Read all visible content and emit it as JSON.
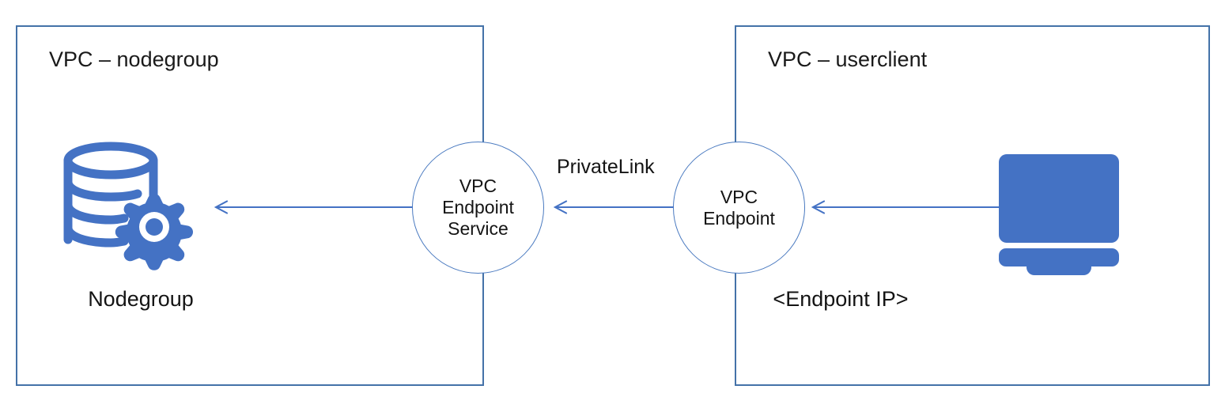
{
  "diagram": {
    "title_not_shown": false,
    "background_color": "#ffffff",
    "accent_blue": "#4472C4",
    "outline_blue": "#4472a8",
    "circle_stroke": "#4a7ac0",
    "text_color": "#141414",
    "boxes": [
      {
        "id": "nodegroup",
        "label": "VPC – nodegroup"
      },
      {
        "id": "userclient",
        "label": "VPC – userclient"
      }
    ],
    "circles": [
      {
        "id": "vpc-endpoint-service",
        "lines": [
          "VPC",
          "Endpoint",
          "Service"
        ]
      },
      {
        "id": "vpc-endpoint",
        "lines": [
          "VPC",
          "Endpoint"
        ]
      }
    ],
    "icons": [
      {
        "id": "nodegroup-db-icon",
        "name": "database-gear-icon",
        "caption": "Nodegroup"
      },
      {
        "id": "user-monitor-icon",
        "name": "desktop-monitor-icon",
        "caption": "<Endpoint IP>"
      }
    ],
    "connections": [
      {
        "id": "arrow-service-to-nodegroup",
        "from": "vpc-endpoint-service",
        "to": "nodegroup-db-icon",
        "direction": "left",
        "label": ""
      },
      {
        "id": "arrow-endpoint-to-service",
        "from": "vpc-endpoint",
        "to": "vpc-endpoint-service",
        "direction": "left",
        "label": "PrivateLink"
      },
      {
        "id": "arrow-monitor-to-endpoint",
        "from": "user-monitor-icon",
        "to": "vpc-endpoint",
        "direction": "left",
        "label": ""
      }
    ],
    "labels": {
      "privatelink": "PrivateLink",
      "nodegroup": "Nodegroup",
      "endpoint_ip": "<Endpoint IP>"
    },
    "circle_text": {
      "service_line1": "VPC",
      "service_line2": "Endpoint",
      "service_line3": "Service",
      "endpoint_line1": "VPC",
      "endpoint_line2": "Endpoint"
    }
  }
}
